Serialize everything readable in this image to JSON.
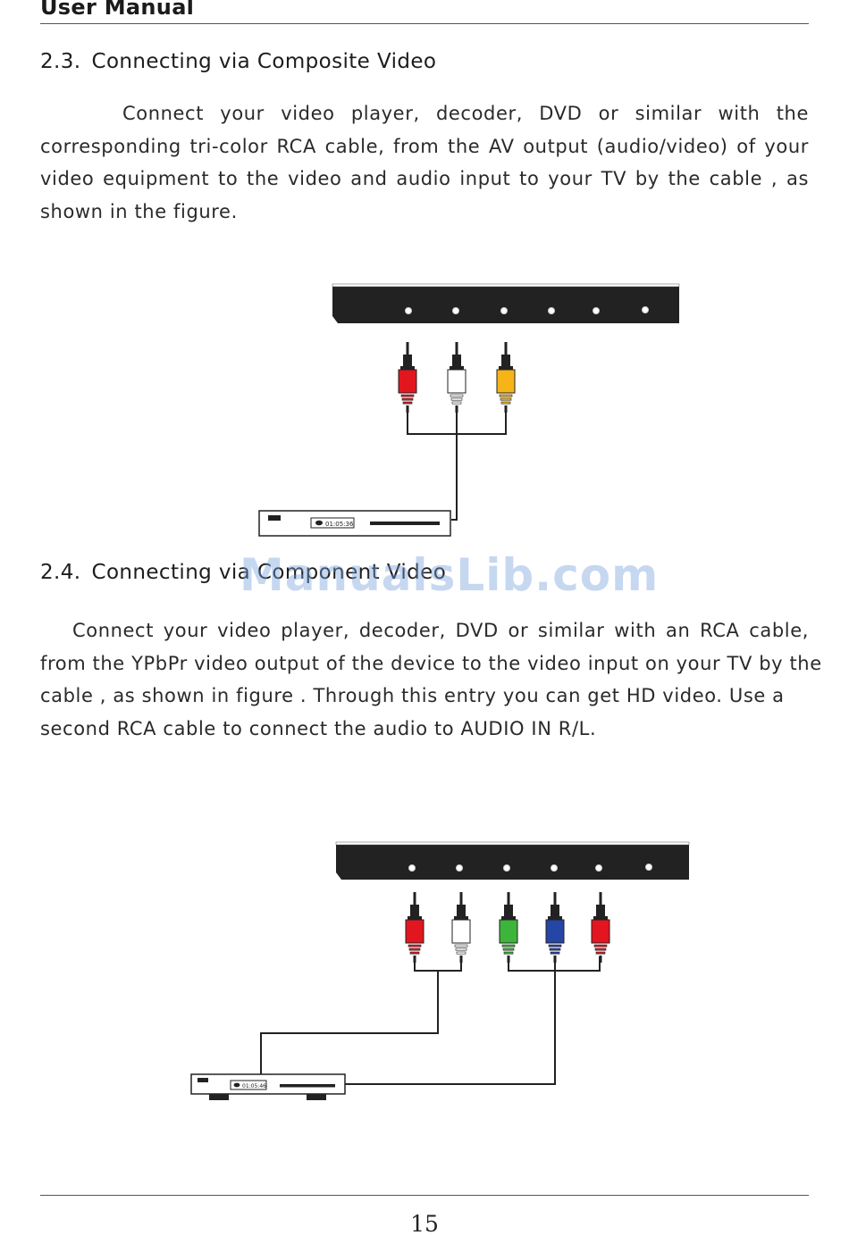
{
  "header": {
    "title": "User Manual"
  },
  "sections": [
    {
      "number": "2.3.",
      "title": "Connecting via Composite Video",
      "lines": [
        "Connect your video player, decoder, DVD or similar with the",
        "corresponding tri-color RCA cable, from the AV output (audio/video) of your",
        "video equipment to the video and audio input to your TV by the   cable , as",
        "shown in the figure."
      ]
    },
    {
      "number": "2.4.",
      "title": "Connecting via Component Video",
      "lines": [
        "Connect your video player, decoder, DVD or similar with an RCA cable,",
        "from the YPbPr video output of the device to the video input on your TV by the",
        "cable , as shown in figure . Through this entry you can get HD video. Use a",
        "second RCA cable to connect the audio to AUDIO IN R/L."
      ]
    }
  ],
  "figures": {
    "composite": {
      "player_display": "01:05:36",
      "plug_colors": [
        "#e3151f",
        "#ffffff",
        "#f6b417"
      ]
    },
    "component": {
      "player_display": "01:05:46",
      "plug_colors": [
        "#e3151f",
        "#ffffff",
        "#3db53a",
        "#2545a7",
        "#e3151f"
      ]
    }
  },
  "watermark": "ManualsLib.com",
  "footer": {
    "page_number": "15"
  }
}
